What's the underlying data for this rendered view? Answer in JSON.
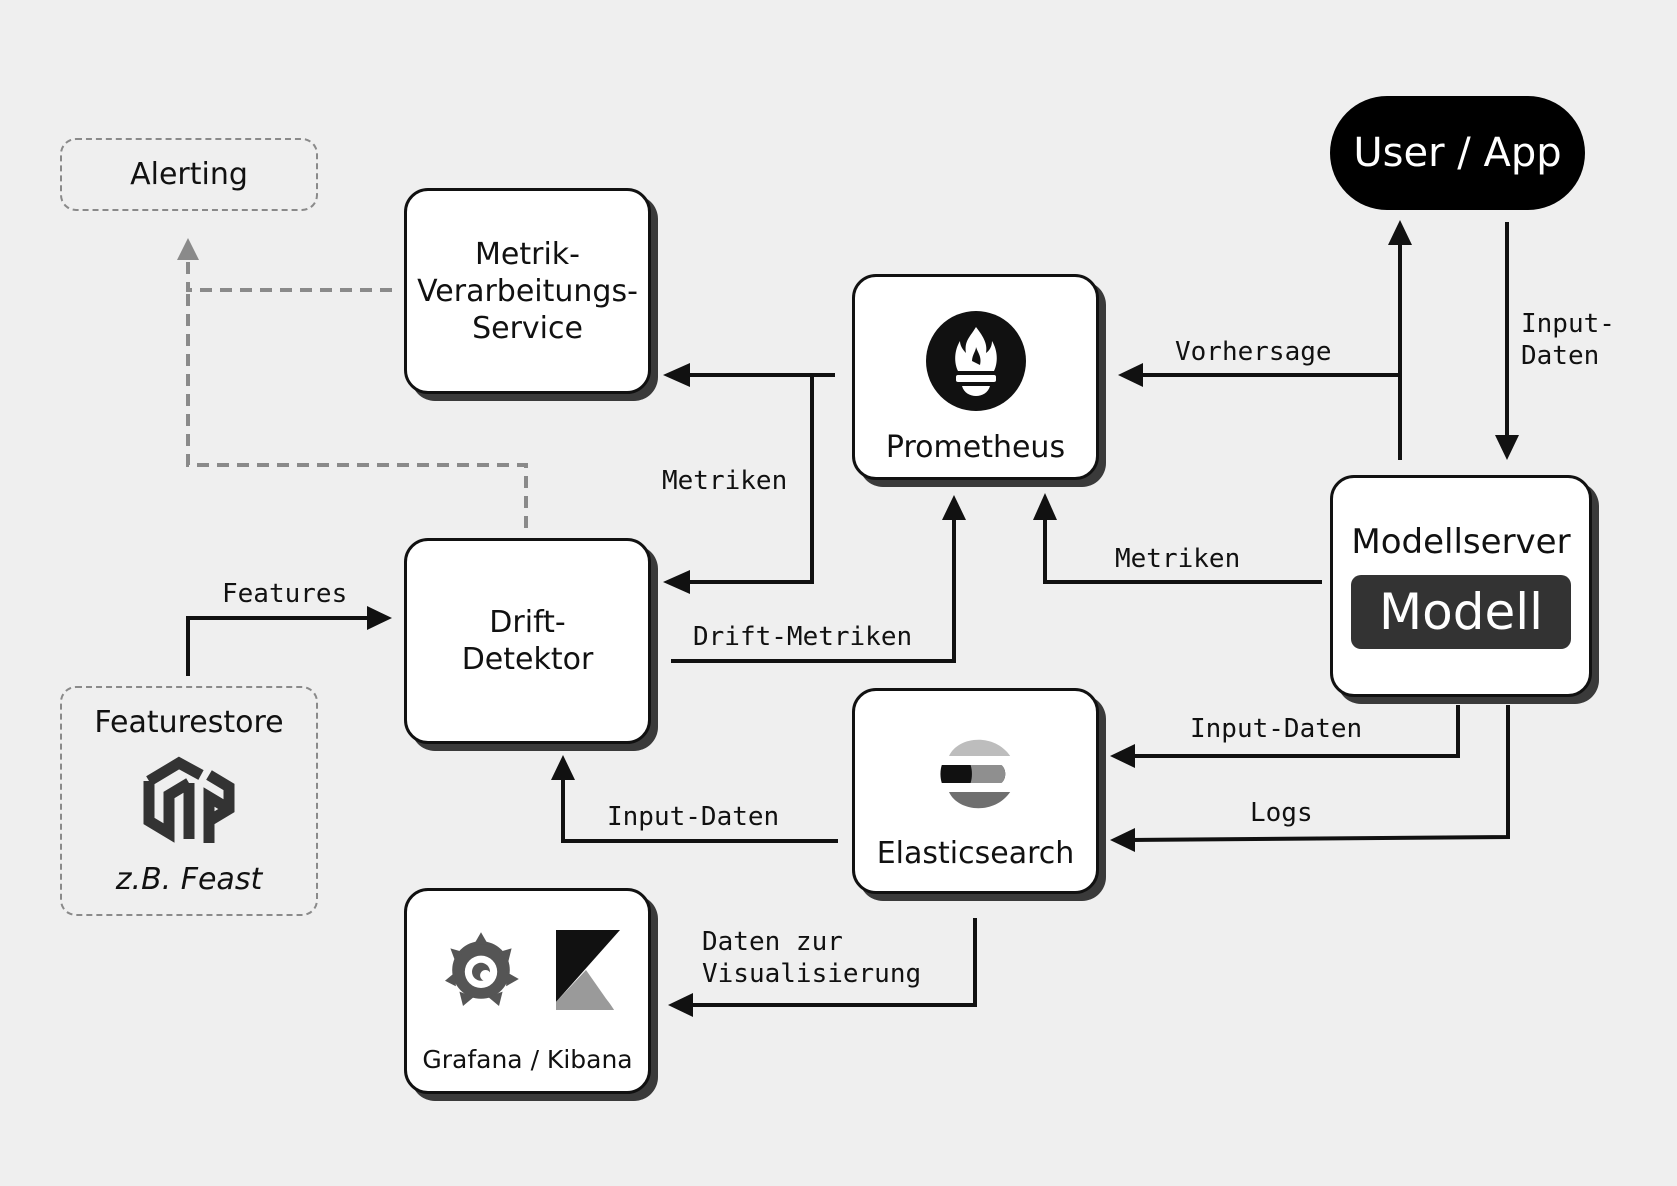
{
  "nodes": {
    "alerting": "Alerting",
    "metrik_service": [
      "Metrik-",
      "Verarbeitungs-",
      "Service"
    ],
    "prometheus": "Prometheus",
    "user_app": "User / App",
    "modellserver": "Modellserver",
    "modell": "Modell",
    "drift_detektor": [
      "Drift-",
      "Detektor"
    ],
    "featurestore": "Featurestore",
    "featurestore_example": "z.B. Feast",
    "elasticsearch": "Elasticsearch",
    "grafana_kibana": "Grafana / Kibana"
  },
  "edges": {
    "vorhersage": "Vorhersage",
    "input_daten_user": [
      "Input-",
      "Daten"
    ],
    "metriken_prom_top": "Metriken",
    "metriken_modell": "Metriken",
    "features": "Features",
    "drift_metriken": "Drift-Metriken",
    "input_daten_es": "Input-Daten",
    "logs": "Logs",
    "input_daten_drift": "Input-Daten",
    "daten_vis": [
      "Daten zur",
      "Visualisierung"
    ]
  },
  "icons": [
    "prometheus-icon",
    "featurestore-icon",
    "elasticsearch-icon",
    "grafana-icon",
    "kibana-icon"
  ]
}
